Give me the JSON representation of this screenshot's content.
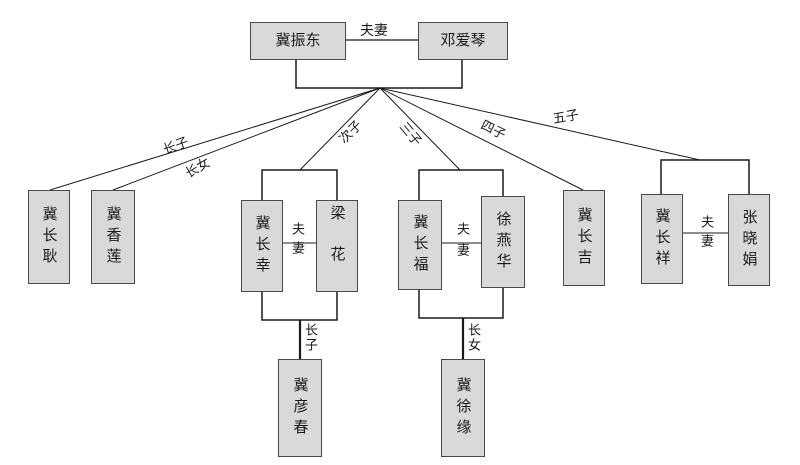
{
  "root": {
    "father": "冀振东",
    "mother": "邓爱琴",
    "couple_label": "夫妻"
  },
  "children": {
    "eldest_son": {
      "name": "冀长耿",
      "label": "长子"
    },
    "eldest_daughter": {
      "name": "冀香莲",
      "label": "长女"
    },
    "second_son": {
      "name": "冀长幸",
      "label": "次子",
      "spouse": "梁花",
      "couple_label": "夫妻",
      "child": {
        "name": "冀彦春",
        "label": "长子"
      }
    },
    "third_son": {
      "name": "冀长福",
      "label": "三子",
      "spouse": "徐燕华",
      "couple_label": "夫妻",
      "child": {
        "name": "冀徐缘",
        "label": "长女"
      }
    },
    "fourth_son": {
      "name": "冀长吉",
      "label": "四子"
    },
    "fifth_son": {
      "name": "冀长祥",
      "label": "五子",
      "spouse": "张晓娟",
      "couple_label": "夫妻"
    }
  }
}
